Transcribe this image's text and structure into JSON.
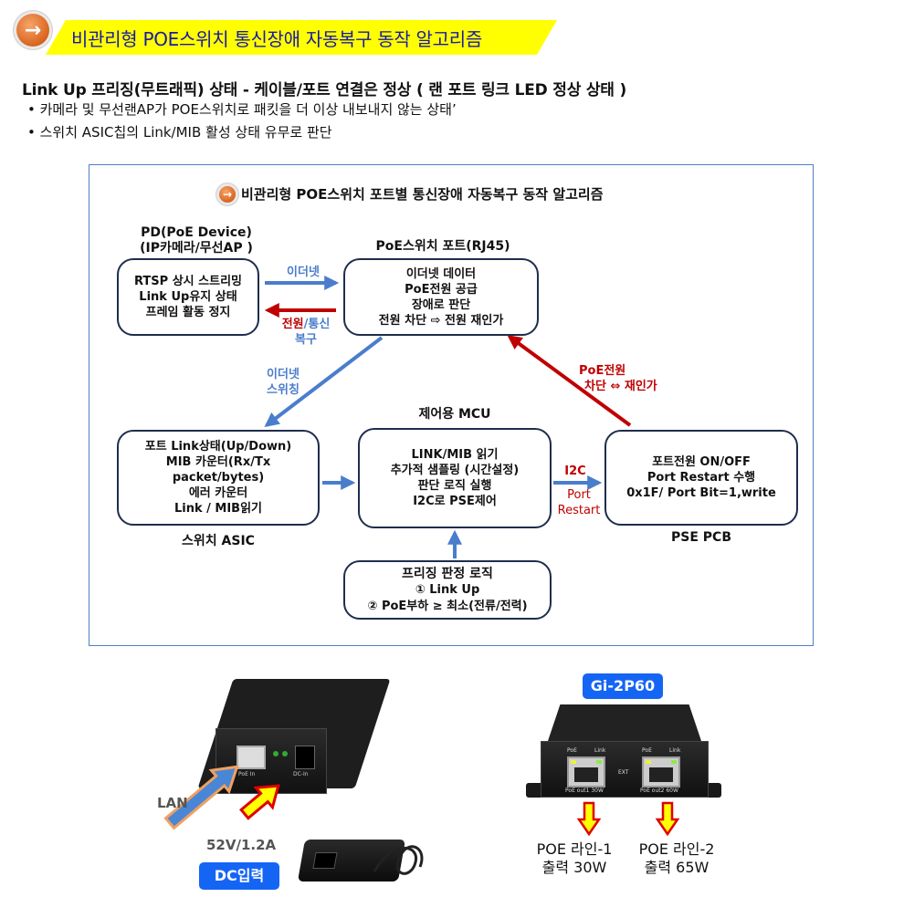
{
  "header": {
    "icon": "arrow-right-circle-icon",
    "title": "비관리형 POE스위치 통신장애 자동복구 동작 알고리즘"
  },
  "subheading": "Link Up 프리징(무트래픽) 상태 - 케이블/포트 연결은 정상 ( 랜 포트 링크 LED 정상 상태 )",
  "bullets": [
    "카메라 및 무선랜AP가 POE스위치로 패킷을 더 이상 내보내지 않는 상태’",
    "스위치 ASIC칩의 Link/MIB 활성 상태 유무로 판단"
  ],
  "diagram": {
    "title": "비관리형 POE스위치 포트별 통신장애 자동복구 동작 알고리즘",
    "title_icon": "arrow-right-circle-icon",
    "nodes": {
      "pd": {
        "label_line1": "PD(PoE Device)",
        "label_line2": "(IP카메라/무선AP )",
        "lines": [
          "RTSP 상시 스트리밍",
          "Link Up유지 상태",
          "프레임 활동 정지"
        ]
      },
      "port": {
        "label": "PoE스위치 포트(RJ45)",
        "lines": [
          "이더넷 데이터",
          "PoE전원 공급",
          "장애로 판단",
          "전원 차단 ⇨ 전원 재인가"
        ]
      },
      "asic": {
        "label": "스위치 ASIC",
        "lines": [
          "포트 Link상태(Up/Down)",
          "MIB 카운터(Rx/Tx packet/bytes)",
          "에러 카운터",
          "Link / MIB읽기"
        ]
      },
      "mcu": {
        "label": "제어용 MCU",
        "lines": [
          "LINK/MIB 읽기",
          "추가적 샘플링 (시간설정)",
          "판단 로직 실행",
          "I2C로 PSE제어"
        ]
      },
      "pse": {
        "label": "PSE PCB",
        "lines": [
          "포트전원 ON/OFF",
          "Port Restart 수행",
          "0x1F/ Port Bit=1,write"
        ]
      },
      "freeze": {
        "lines": [
          "프리징 판정 로직",
          "① Link Up",
          "② PoE부하 ≥ 최소(전류/전력)"
        ]
      }
    },
    "edges": {
      "pd_to_port": "이더넷",
      "port_to_pd_red": "전원",
      "port_to_pd_blue": "/통신",
      "port_to_pd_line2": "복구",
      "port_to_asic_line1": "이더넷",
      "port_to_asic_line2": "스위칭",
      "pse_to_port_line1": "PoE전원",
      "pse_to_port_line2": "차단 ⇔ 재인가",
      "mcu_to_pse_top": "I2C",
      "mcu_to_pse_bottom1": "Port",
      "mcu_to_pse_bottom2": "Restart"
    },
    "colors": {
      "blue_arrow": "#4a7dcc",
      "red_arrow": "#c00000",
      "box_border": "#1f2d4d",
      "frame": "#4f7fc6"
    }
  },
  "products": {
    "left": {
      "lan_label": "LAN",
      "power_label": "52V/1.2A",
      "dc_badge": "DC입력",
      "port_text": "PoE In",
      "dc_text": "DC-In"
    },
    "right": {
      "model_badge": "Gi-2P60",
      "port1_text": "PoE out1 30W",
      "port2_text": "PoE out2 60W",
      "ext_text": "EXT",
      "led_poe": "PoE",
      "led_link": "Link",
      "out1_line1": "POE 라인-1",
      "out1_line2": "출력 30W",
      "out2_line1": "POE 라인-2",
      "out2_line2": "출력 65W"
    },
    "badge_color": "#1565f5"
  }
}
